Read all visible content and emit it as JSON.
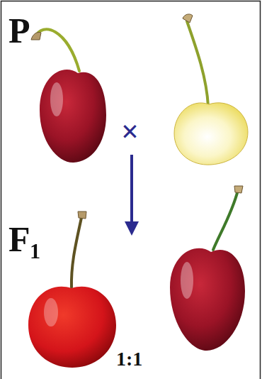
{
  "diagram": {
    "labels": [
      "P",
      "×",
      "F₁",
      "1:1"
    ]
  }
}
